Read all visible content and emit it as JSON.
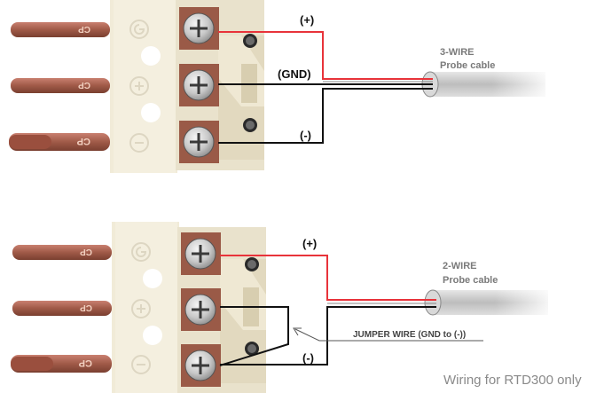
{
  "top_diagram": {
    "labels": {
      "plus": "(+)",
      "gnd": "(GND)",
      "minus": "(-)"
    },
    "cable": {
      "line1": "3-WIRE",
      "line2": "Probe cable"
    },
    "pin_label": "CP"
  },
  "bottom_diagram": {
    "labels": {
      "plus": "(+)",
      "minus": "(-)"
    },
    "cable": {
      "line1": "2-WIRE",
      "line2": "Probe cable"
    },
    "jumper_label": "JUMPER WIRE (GND to (-))",
    "pin_label": "CP"
  },
  "caption": "Wiring for RTD300 only",
  "colors": {
    "wire_red": "#e8333a",
    "wire_black": "#111111",
    "copper": "#a86050",
    "connector_body": "#f1ebd8",
    "terminal_block": "#e9e2cc"
  }
}
